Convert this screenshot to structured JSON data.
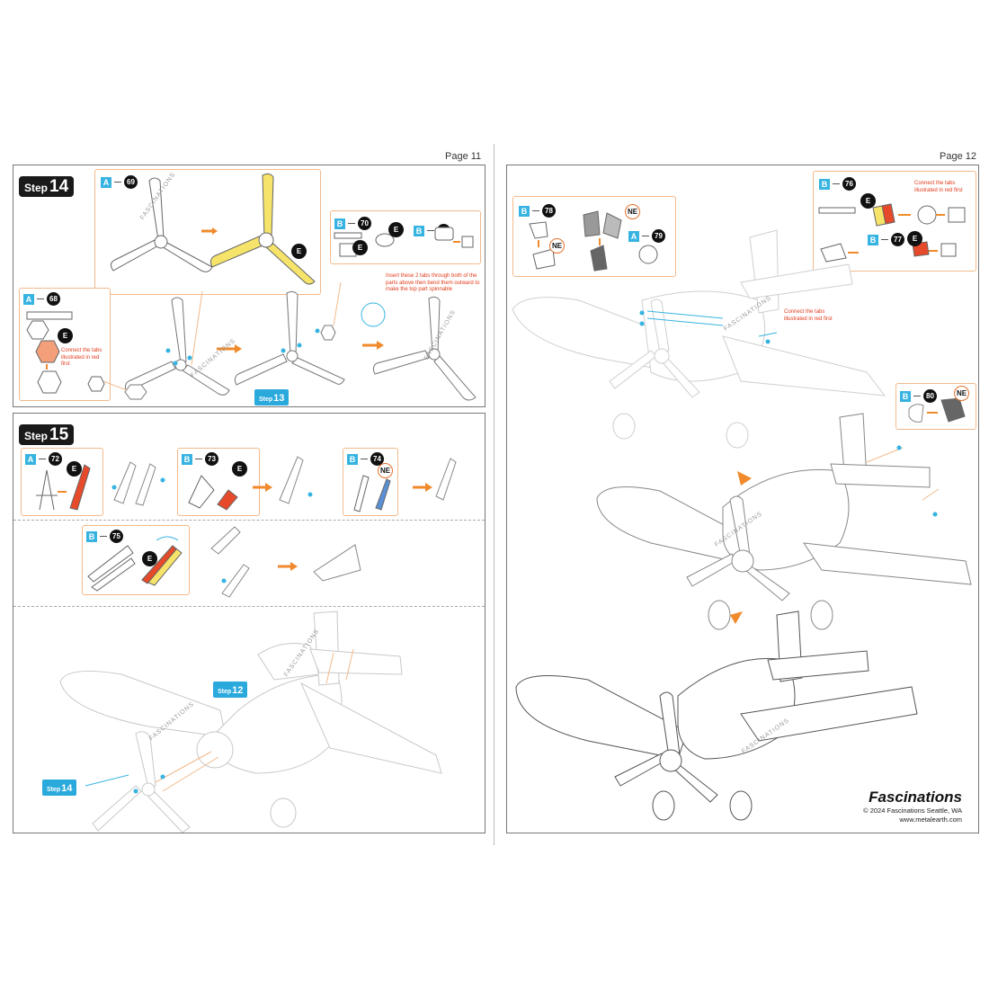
{
  "pages": [
    {
      "label": "Page 11"
    },
    {
      "label": "Page 12"
    }
  ],
  "step14": {
    "badge_word": "Step",
    "badge_number": "14",
    "parts": [
      {
        "sheet": "A",
        "number": "69"
      },
      {
        "sheet": "A",
        "number": "68"
      },
      {
        "sheet": "B",
        "number": "70"
      },
      {
        "sheet": "B",
        "number": "71"
      }
    ],
    "tool": "E",
    "note_tabs": "Connect the tabs illustrated in red first",
    "note_insert": "Insert these 2 tabs through both of the parts above then bend them outward to make the top part spinnable",
    "ref": {
      "word": "Step",
      "number": "13"
    }
  },
  "step15": {
    "badge_word": "Step",
    "badge_number": "15",
    "parts": [
      {
        "sheet": "A",
        "number": "72"
      },
      {
        "sheet": "B",
        "number": "73"
      },
      {
        "sheet": "B",
        "number": "74"
      },
      {
        "sheet": "B",
        "number": "75"
      }
    ],
    "tool": "E",
    "tool_ne": "NE",
    "refs": [
      {
        "word": "Step",
        "number": "12"
      },
      {
        "word": "Step",
        "number": "14"
      }
    ]
  },
  "page12": {
    "parts": [
      {
        "sheet": "B",
        "number": "78"
      },
      {
        "sheet": "A",
        "number": "79"
      },
      {
        "sheet": "B",
        "number": "76"
      },
      {
        "sheet": "B",
        "number": "77"
      },
      {
        "sheet": "B",
        "number": "80"
      }
    ],
    "tool": "E",
    "tool_ne": "NE",
    "note_tabs": "Connect the tabs illustrated in red first"
  },
  "watermark": "FASCINATIONS",
  "brand": {
    "logo": "Fascinations",
    "copyright": "© 2024 Fascinations Seattle, WA",
    "url": "www.metalearth.com"
  },
  "colors": {
    "accent": "#36b3e0",
    "orange": "#f08a2c",
    "highlight_yellow": "#f6e46a",
    "red": "#e23a1a"
  }
}
